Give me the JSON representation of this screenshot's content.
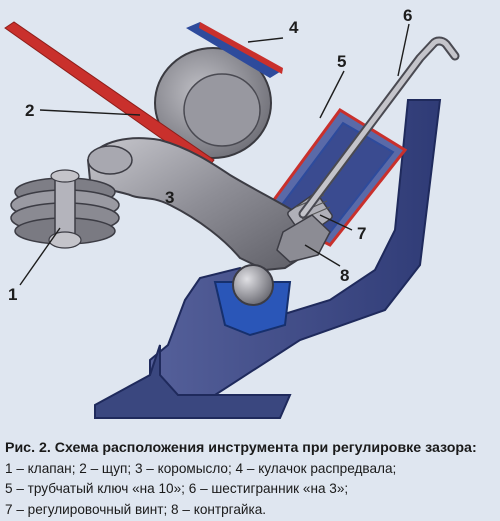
{
  "labels": {
    "n1": "1",
    "n2": "2",
    "n3": "3",
    "n4": "4",
    "n5": "5",
    "n6": "6",
    "n7": "7",
    "n8": "8"
  },
  "caption": {
    "title": "Рис. 2. Схема расположения инструмента при регулировке зазора:",
    "line1": "1 – клапан; 2 – щуп; 3 – коромысло; 4 – кулачок распредвала;",
    "line2": "5 – трубчатый ключ «на 10»; 6 – шестигранник «на 3»;",
    "line3": "7 – регулировочный винт; 8 – контргайка."
  },
  "colors": {
    "background": "#dfe6f0",
    "feeler_gauge": "#c9302c",
    "wrench_outline": "#2e4b9c",
    "head_casting": "#3f4f8c",
    "ball_socket": "#2a56b8",
    "metal": "#9a9aa0"
  }
}
